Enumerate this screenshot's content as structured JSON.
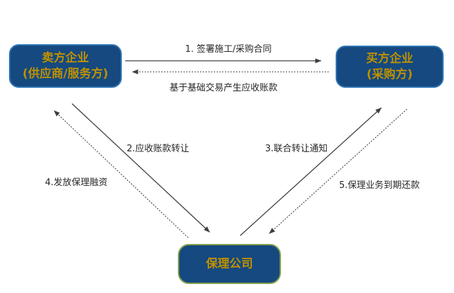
{
  "diagram": {
    "boxes": {
      "seller": {
        "line1": "卖方企业",
        "line2": "(供应商/服务方)"
      },
      "buyer": {
        "line1": "买方企业",
        "line2": "(采购方)"
      },
      "factor": {
        "label": "保理公司"
      }
    },
    "labels": {
      "step1": "1. 签署施工/采购合同",
      "receivable": "基于基础交易产生应收账款",
      "step2": "2.应收账款转让",
      "step3": "3.联合转让通知",
      "step4": "4.发放保理融资",
      "step5": "5.保理业务到期还款"
    },
    "colors": {
      "box_fill": "#15497F",
      "box_text_gold": "#BF9000",
      "top_box_border": "#2E74B5",
      "factor_box_border": "#84A24E",
      "arrow": "#3F3F3F",
      "label_text": "#262626",
      "background": "#FFFFFF"
    }
  }
}
